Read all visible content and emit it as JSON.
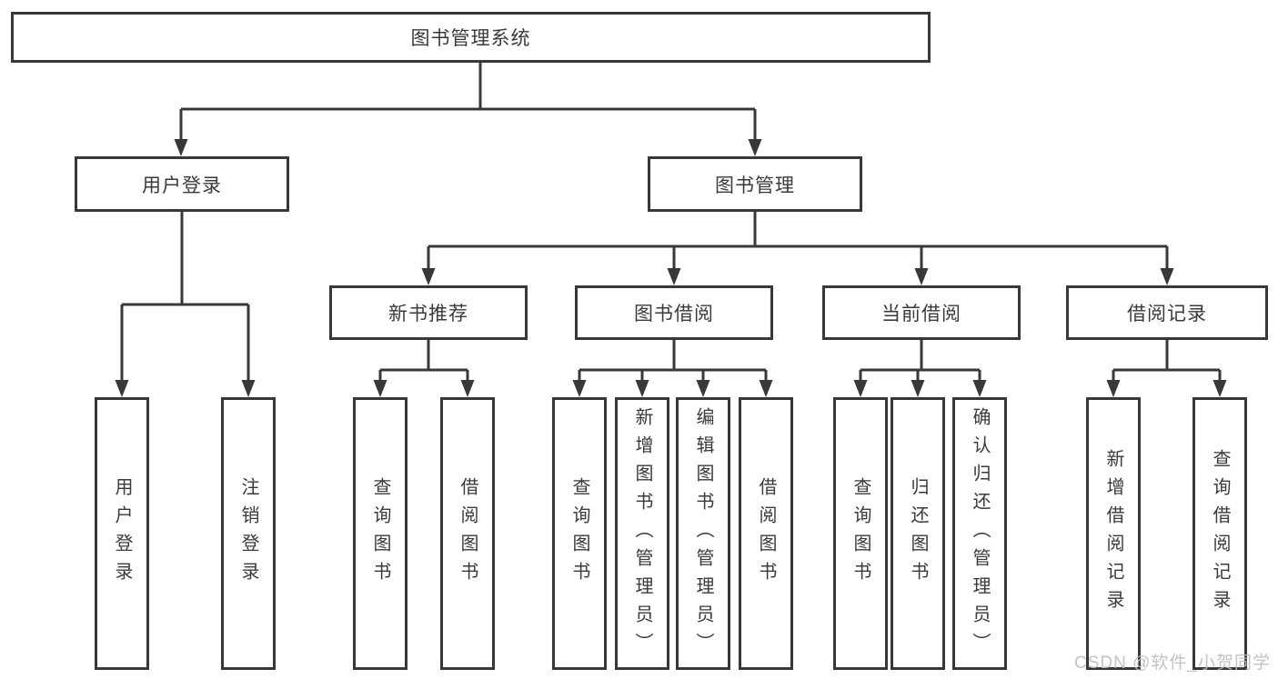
{
  "diagram": {
    "title_note": "functional structure diagram",
    "root": {
      "label": "图书管理系统"
    },
    "branches": [
      {
        "label": "用户登录"
      },
      {
        "label": "图书管理"
      }
    ],
    "modules": [
      {
        "label": "新书推荐"
      },
      {
        "label": "图书借阅"
      },
      {
        "label": "当前借阅"
      },
      {
        "label": "借阅记录"
      }
    ],
    "leaves": [
      {
        "label": "用户登录",
        "parent": "用户登录"
      },
      {
        "label": "注销登录",
        "parent": "用户登录"
      },
      {
        "label": "查询图书",
        "parent": "新书推荐"
      },
      {
        "label": "借阅图书",
        "parent": "新书推荐"
      },
      {
        "label": "查询图书",
        "parent": "图书借阅"
      },
      {
        "label": "新增图书（管理员）",
        "parent": "图书借阅"
      },
      {
        "label": "编辑图书（管理员）",
        "parent": "图书借阅"
      },
      {
        "label": "借阅图书",
        "parent": "图书借阅"
      },
      {
        "label": "查询图书",
        "parent": "当前借阅"
      },
      {
        "label": "归还图书",
        "parent": "当前借阅"
      },
      {
        "label": "确认归还（管理员）",
        "parent": "当前借阅"
      },
      {
        "label": "新增借阅记录",
        "parent": "借阅记录"
      },
      {
        "label": "查询借阅记录",
        "parent": "借阅记录"
      }
    ]
  },
  "watermark": {
    "text": "CSDN @软件_小贺同学"
  },
  "colors": {
    "background": "#ffffff",
    "line": "#383838",
    "box_border": "#383838",
    "text": "#3a3a3a",
    "watermark": "#bdbdbd"
  }
}
